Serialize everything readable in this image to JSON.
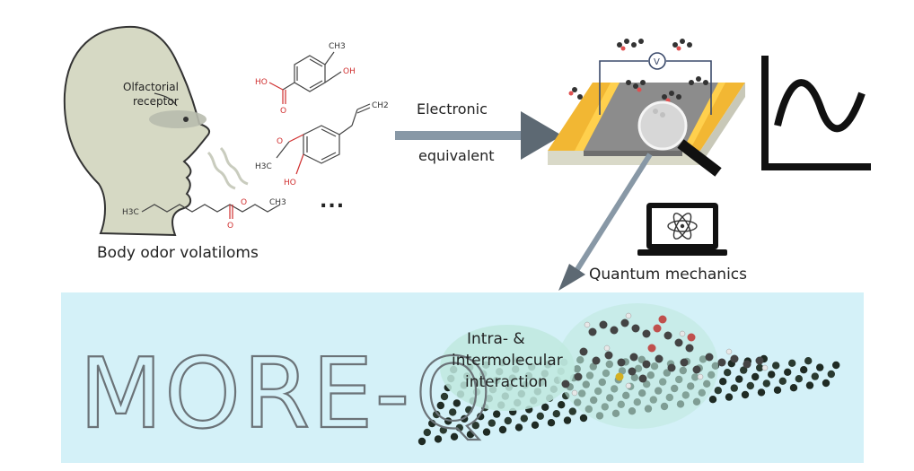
{
  "head_labels": {
    "receptor_line1": "Olfactorial",
    "receptor_line2": "receptor"
  },
  "molecules": {
    "methyl": "CH3",
    "acid_o": "O",
    "acid_ho": "HO",
    "phenol_oh": "OH",
    "alkene": "CH2",
    "methoxy_o": "O",
    "methoxy_h3c": "H3C",
    "phenol2_ho": "HO",
    "ester_h3c": "H3C",
    "ester_o_ring": "O",
    "ester_ch3": "CH3",
    "ester_o": "O",
    "ellipsis": "..."
  },
  "captions": {
    "body_odor": "Body odor volatiloms",
    "arrow_top": "Electronic",
    "arrow_bottom": "equivalent",
    "quantum": "Quantum mechanics",
    "interaction_line1": "Intra- &",
    "interaction_line2": "intermolecular",
    "interaction_line3": "interaction"
  },
  "device": {
    "voltmeter": "V"
  },
  "banner": {
    "title": "MORE-Q"
  },
  "colors": {
    "head_fill": "#d6d9c4",
    "banner_bg": "#d4f1f8",
    "gold": "#f2b733",
    "arrow_gray": "#8898a6",
    "title_stroke": "#6b7378",
    "bubble": "#bfe9df"
  }
}
